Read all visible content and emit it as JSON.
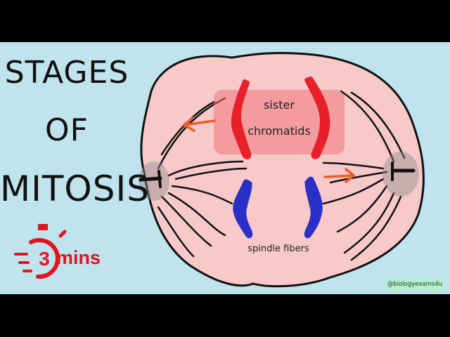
{
  "title_lines": [
    "STAGES",
    "OF",
    "MITOSIS"
  ],
  "timer": {
    "number": "3",
    "unit": "mins",
    "icon": "stopwatch-icon"
  },
  "labels": {
    "sister": "sister",
    "chromatids": "chromatids",
    "spindle": "spindle fibers"
  },
  "handle": "@biologyexams4u",
  "colors": {
    "background": "#bfe4ee",
    "cell": "#f7c9c9",
    "chromatid_red": "#e8202a",
    "chromosome_blue": "#2a2fc7",
    "arrow": "#ef5a2a",
    "timer_red": "#e0141b",
    "handle_bg": "#b6eccf"
  }
}
